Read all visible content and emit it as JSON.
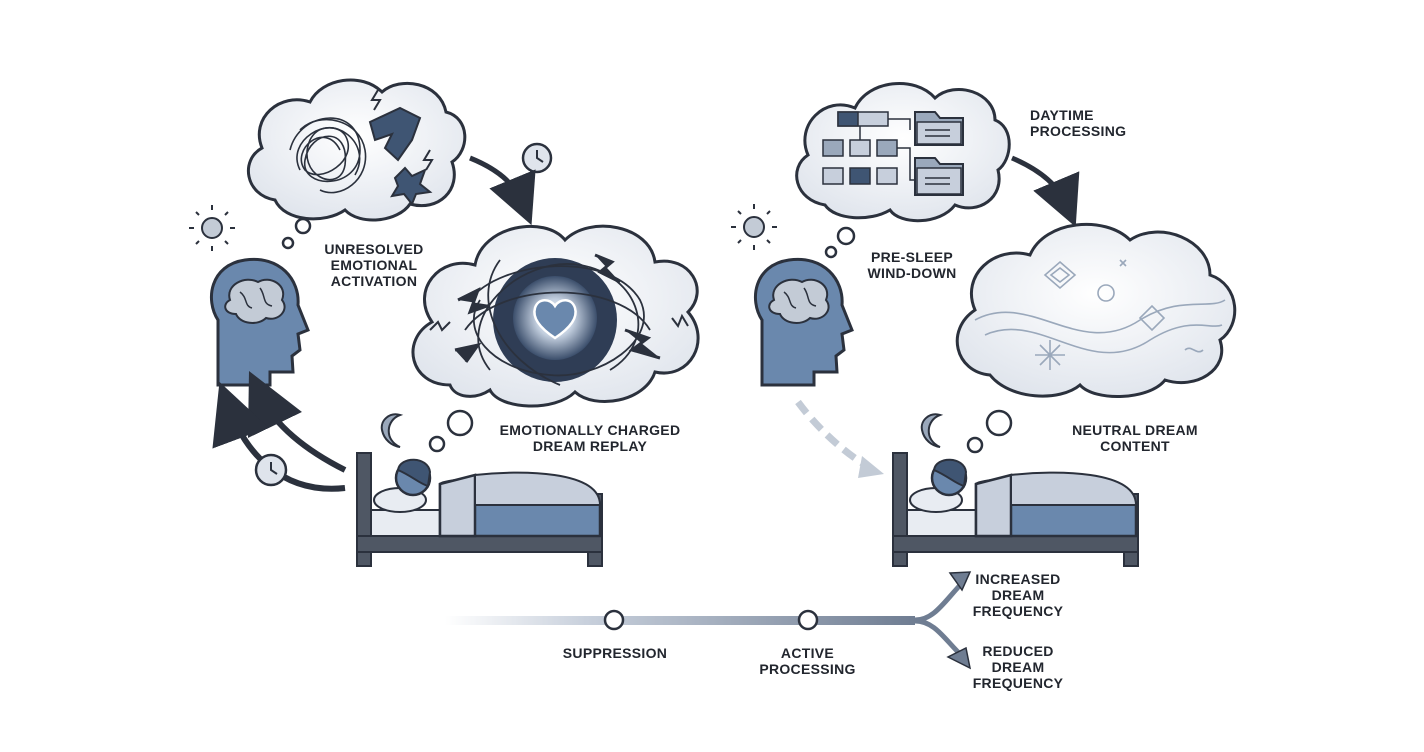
{
  "left_scenario": {
    "thought_label": [
      "UNRESOLVED",
      "EMOTIONAL",
      "ACTIVATION"
    ],
    "dream_label": [
      "EMOTIONALLY CHARGED",
      "DREAM REPLAY"
    ]
  },
  "right_scenario": {
    "daytime_label": [
      "DAYTIME",
      "PROCESSING"
    ],
    "winddown_label": [
      "PRE-SLEEP",
      "WIND-DOWN"
    ],
    "dream_label": [
      "NEUTRAL DREAM",
      "CONTENT"
    ]
  },
  "timeline": {
    "stages": [
      [
        "SUPPRESSION"
      ],
      [
        "ACTIVE",
        "PROCESSING"
      ]
    ],
    "outcomes": [
      [
        "INCREASED",
        "DREAM",
        "FREQUENCY"
      ],
      [
        "REDUCED",
        "DREAM",
        "FREQUENCY"
      ]
    ]
  },
  "colors": {
    "ink": "#2b313d",
    "blue": "#6a88ad",
    "slate": "#3f5573",
    "cloud": "#eef1f5",
    "blanket_light": "#c7cfdc"
  },
  "icons": [
    "sun-icon",
    "clock-icon",
    "moon-icon",
    "heart-icon",
    "brain-icon",
    "folder-icon",
    "flowchart-icon",
    "bed-icon",
    "head-profile-icon"
  ]
}
